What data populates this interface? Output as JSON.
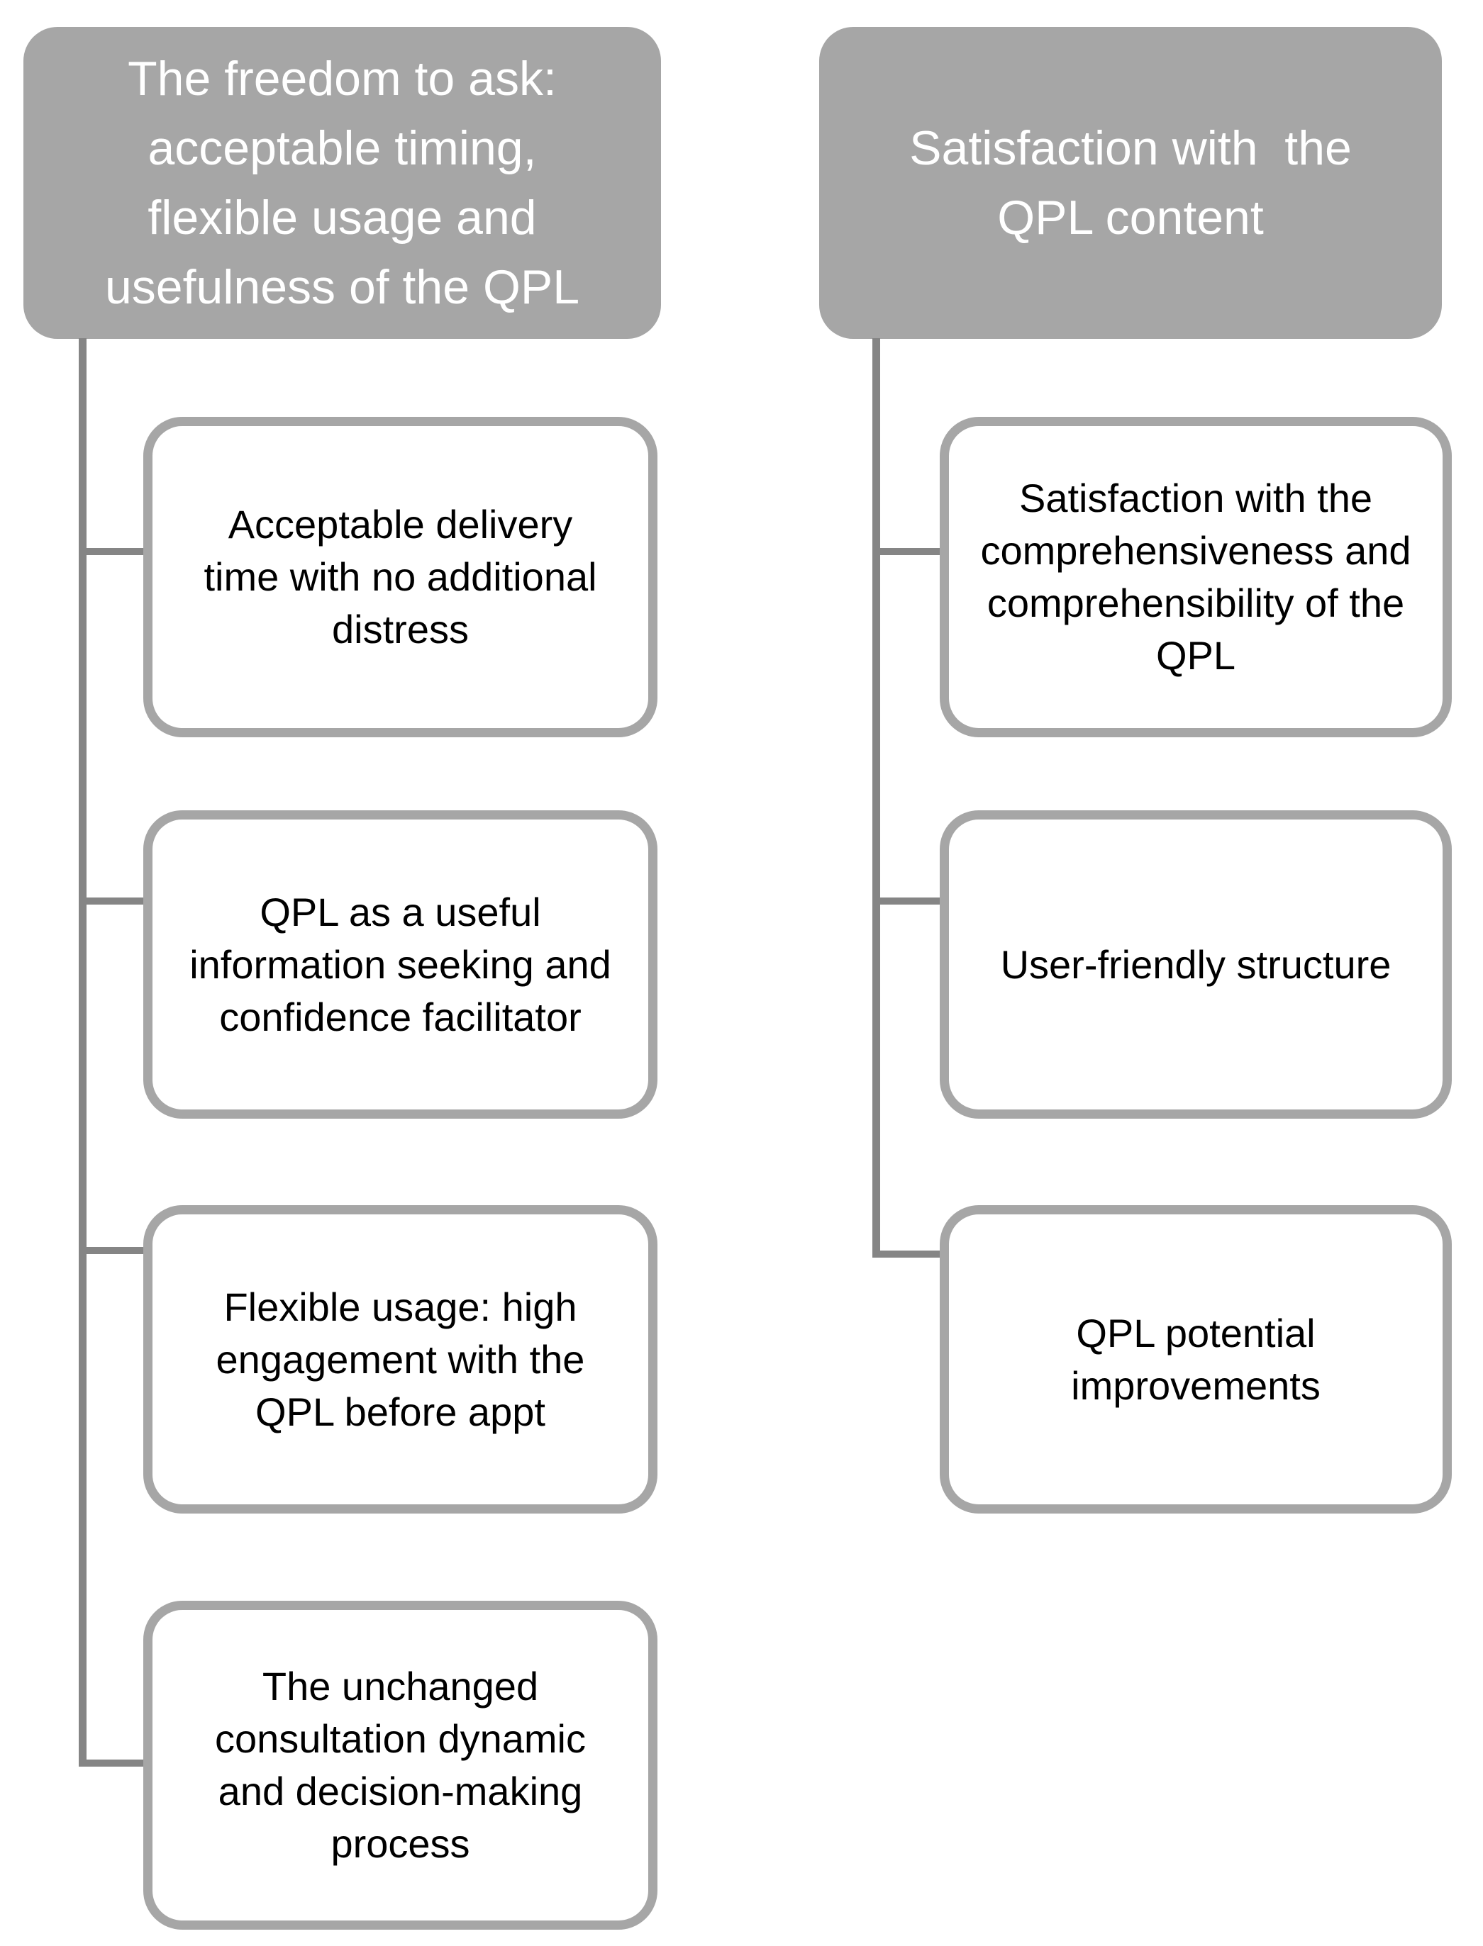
{
  "colors": {
    "background": "#ffffff",
    "header_fill": "#a6a6a6",
    "header_text": "#ffffff",
    "child_fill": "#ffffff",
    "child_border": "#a6a6a6",
    "child_text": "#000000",
    "connector": "#858585"
  },
  "left_column": {
    "header": {
      "text": "The freedom to ask:\nacceptable timing,\nflexible usage and\nusefulness of the QPL"
    },
    "children": [
      {
        "text": "Acceptable delivery\ntime with no additional\ndistress"
      },
      {
        "text": "QPL as a useful\ninformation seeking and\nconfidence facilitator"
      },
      {
        "text": "Flexible usage: high\nengagement with the\nQPL before appt"
      },
      {
        "text": "The unchanged\nconsultation dynamic\nand decision-making\nprocess"
      }
    ]
  },
  "right_column": {
    "header": {
      "text": "Satisfaction with  the\nQPL content"
    },
    "children": [
      {
        "text": "Satisfaction with the\ncomprehensiveness and\ncomprehensibility of the\nQPL"
      },
      {
        "text": "User-friendly structure"
      },
      {
        "text": "QPL potential\nimprovements"
      }
    ]
  }
}
